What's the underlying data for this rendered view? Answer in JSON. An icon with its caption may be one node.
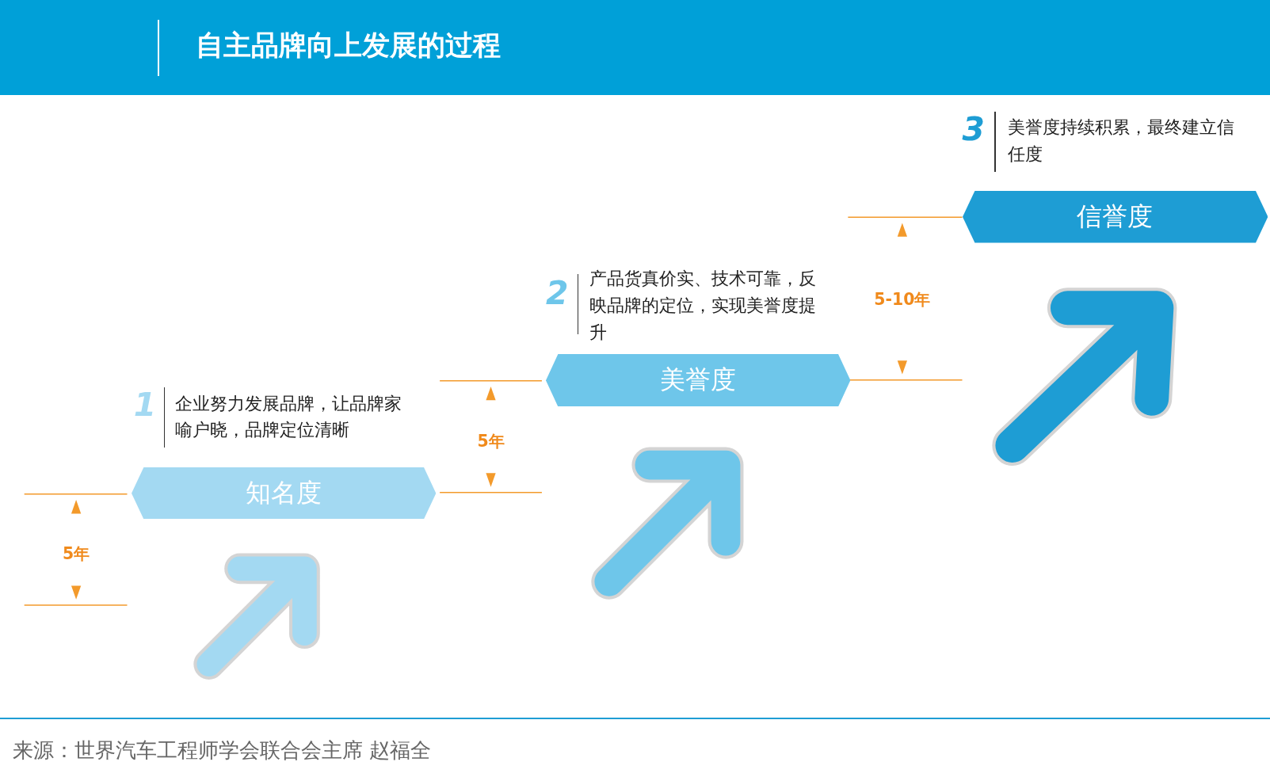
{
  "diagram": {
    "title": "自主品牌向上发展的过程",
    "nodes": [
      {
        "text": [
          "知名度"
        ]
      },
      {
        "text": [
          "美誉度"
        ]
      },
      {
        "text": [
          "信誉度"
        ]
      }
    ],
    "labels": [
      "3",
      "美誉度持续积累，最终建立信任度",
      "2",
      "产品货真价实、技术可靠，反映品牌的定位，实现美誉度提升",
      "5-10年",
      "1",
      "企业努力发展品牌，让品牌家喻户晓，品牌定位清晰",
      "5年",
      "5年"
    ],
    "caption": "来源：世界汽车工程师学会联合会主席 赵福全"
  }
}
